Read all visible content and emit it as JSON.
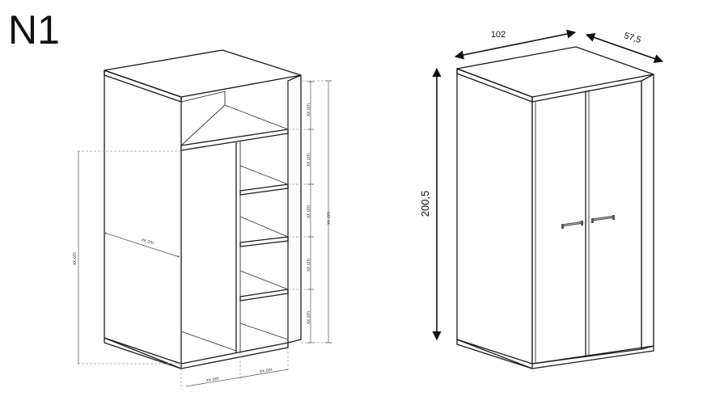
{
  "title": "N1",
  "left_view": {
    "right_column_labels": [
      "xx cm",
      "xx cm",
      "xx cm",
      "xx cm",
      "xx cm"
    ],
    "total_height_label": "xx cm",
    "left_height_label": "xx cm",
    "depth_label": "xx cm",
    "bottom_width_labels": [
      "xx cm",
      "xx cm"
    ]
  },
  "right_view": {
    "width": "102",
    "depth": "57,5",
    "height": "200,5"
  }
}
